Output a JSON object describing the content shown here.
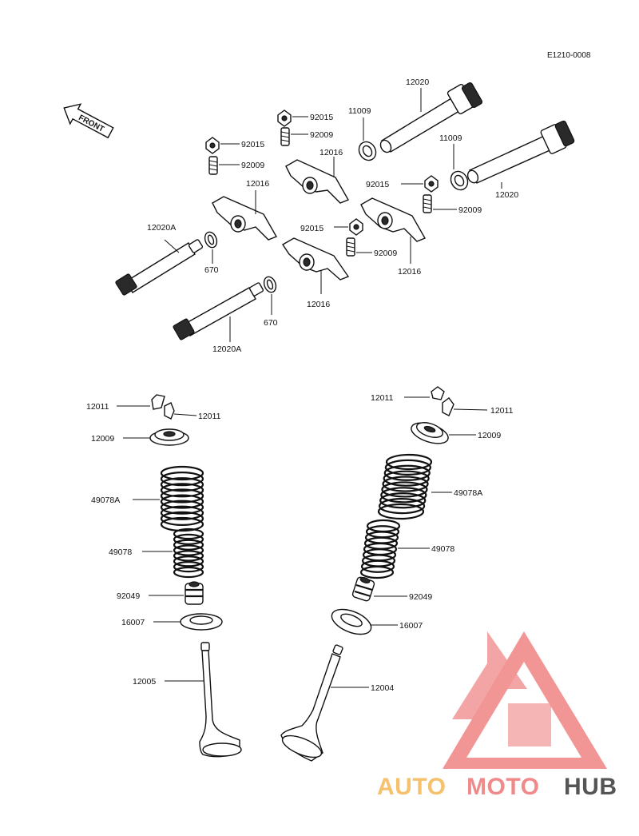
{
  "diagram": {
    "reference_code": "E1210-0008",
    "front_label": "FRONT",
    "labels": {
      "rocker_shaft_right_upper": "12020",
      "rocker_shaft_right_lower": "12020",
      "washer_11009_a": "11009",
      "washer_11009_b": "11009",
      "nut_92015_a": "92015",
      "nut_92015_b": "92015",
      "nut_92015_c": "92015",
      "nut_92015_d": "92015",
      "screw_92009_a": "92009",
      "screw_92009_b": "92009",
      "screw_92009_c": "92009",
      "screw_92009_d": "92009",
      "rocker_12016_a": "12016",
      "rocker_12016_b": "12016",
      "rocker_12016_c": "12016",
      "rocker_12016_d": "12016",
      "shaft_12020A_upper": "12020A",
      "shaft_12020A_lower": "12020A",
      "oring_670_upper": "670",
      "oring_670_lower": "670",
      "cotter_left_a": "12011",
      "cotter_left_b": "12011",
      "cotter_right_a": "12011",
      "cotter_right_b": "12011",
      "retainer_left": "12009",
      "retainer_right": "12009",
      "outer_spring_left": "49078A",
      "outer_spring_right": "49078A",
      "inner_spring_left": "49078",
      "inner_spring_right": "49078",
      "stem_seal_left": "92049",
      "stem_seal_right": "92049",
      "spring_seat_left": "16007",
      "spring_seat_right": "16007",
      "valve_exhaust": "12005",
      "valve_intake": "12004"
    }
  },
  "watermark": {
    "text_auto": "AUTO",
    "text_moto": "MOTO",
    "text_hub": "HUB",
    "color_primary": "#f08a8a",
    "color_accent": "#f5c16c",
    "color_dark": "#555555"
  }
}
